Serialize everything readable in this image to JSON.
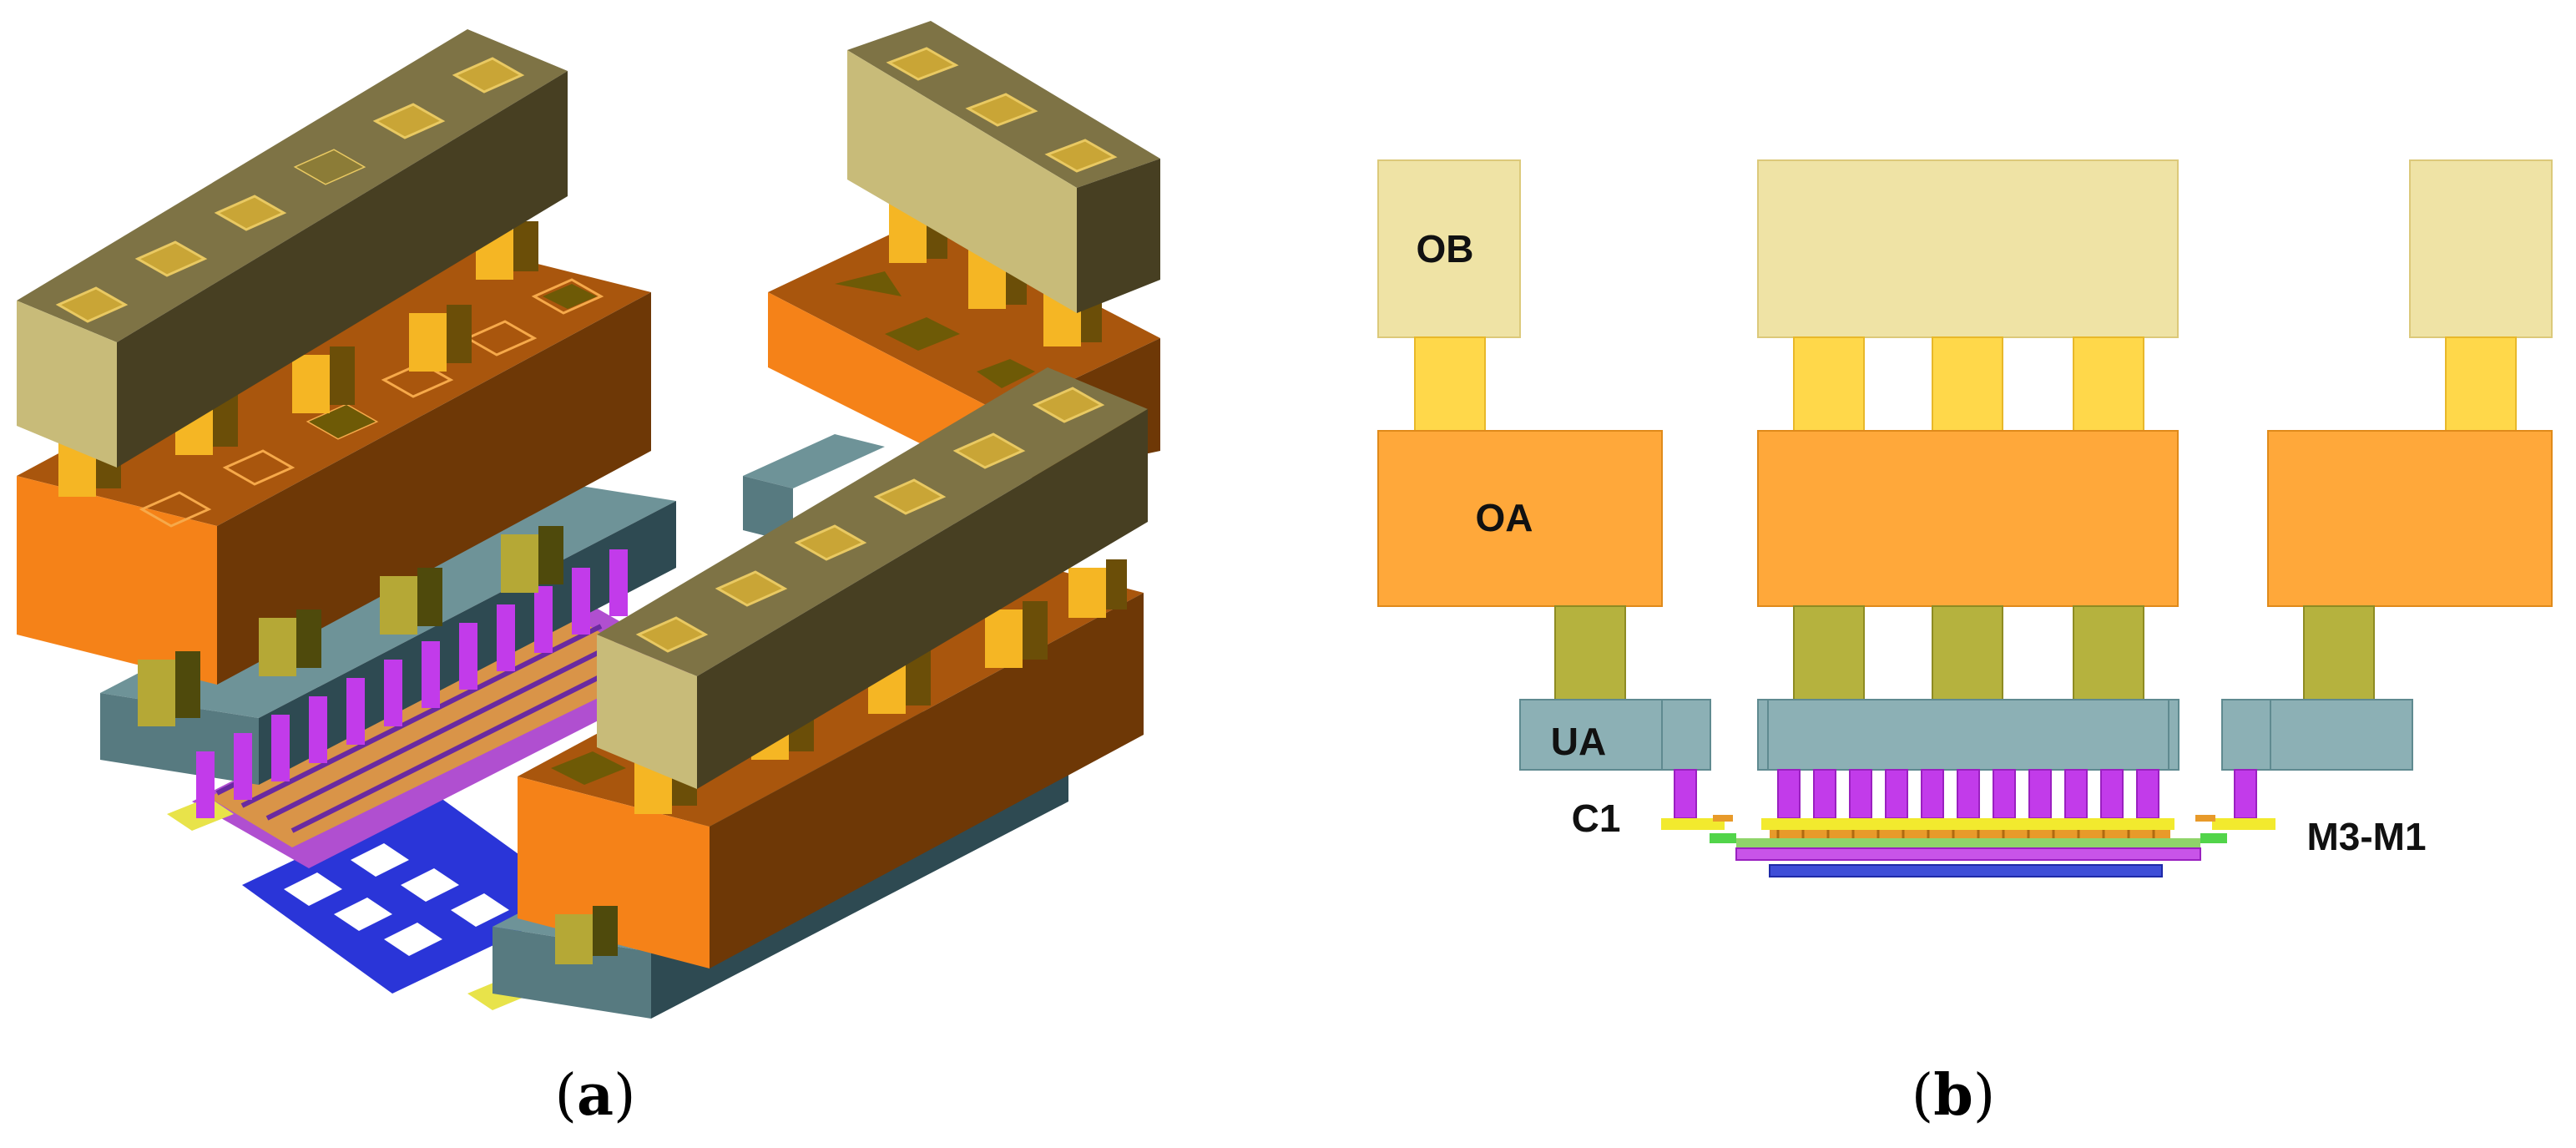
{
  "panel_a": {
    "caption_letter": "a"
  },
  "panel_b": {
    "caption_letter": "b",
    "labels": {
      "ob": "OB",
      "oa": "OA",
      "ua": "UA",
      "c1": "C1",
      "m3_m1": "M3-M1"
    }
  },
  "colors": {
    "ob_fill": "#EFE3A5",
    "ob_post": "#FFD84A",
    "oa_fill": "#FFA83A",
    "oa_post": "#B5B23E",
    "ua_fill": "#8CB0B5",
    "via": "#C23BEA",
    "metal_yellow": "#F2EA2E",
    "metal_green": "#52D44A",
    "metal_orange": "#E89A2A",
    "metal_magenta": "#C854E8",
    "metal_blue": "#3E4ED8"
  }
}
